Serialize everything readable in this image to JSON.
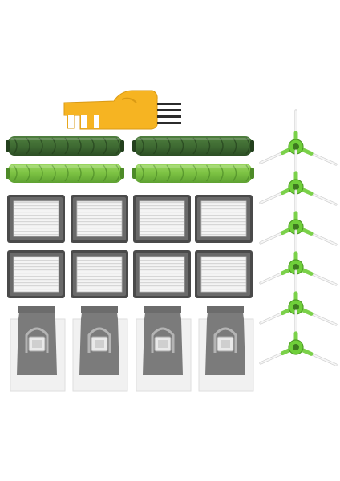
{
  "product": {
    "kit_items": [
      "cleaning-tool",
      "main-brush-dark-green",
      "main-brush-light-green",
      "hepa-filter",
      "dust-bag",
      "side-brush"
    ]
  },
  "colors": {
    "background": "#ffffff",
    "tool_yellow": "#f6b422",
    "brush_dark": "#3f6b33",
    "brush_light": "#7cc243",
    "filter_frame": "#4a4a4a",
    "filter_media": "#f2f2f2",
    "bag_gray": "#7b7b7b",
    "bag_paper": "#f1f1f1",
    "side_brush_hub": "#6fcf3a",
    "side_brush_bristle": "#f4f4f4"
  }
}
